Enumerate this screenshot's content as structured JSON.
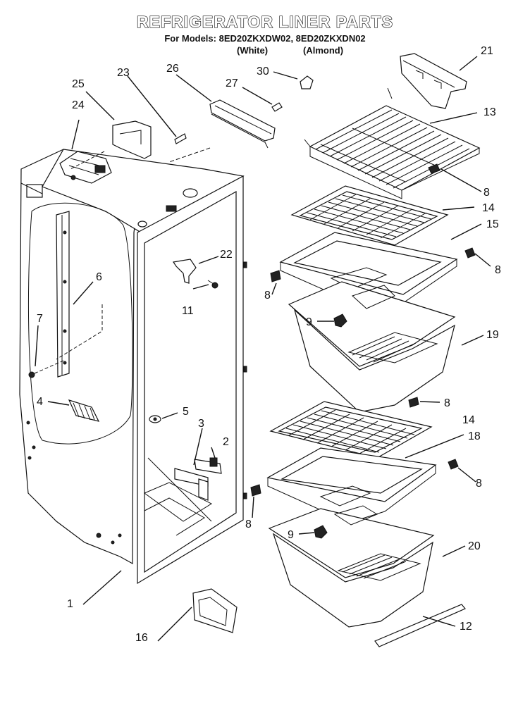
{
  "header": {
    "title": "REFRIGERATOR LINER PARTS",
    "models_line": "For Models: 8ED20ZKXDW02, 8ED20ZKXDN02",
    "variant_white": "(White)",
    "variant_almond": "(Almond)"
  },
  "callouts": [
    "1",
    "2",
    "3",
    "4",
    "5",
    "6",
    "7",
    "8",
    "9",
    "11",
    "12",
    "13",
    "14",
    "15",
    "16",
    "18",
    "19",
    "20",
    "21",
    "22",
    "23",
    "24",
    "25",
    "26",
    "27",
    "30"
  ]
}
